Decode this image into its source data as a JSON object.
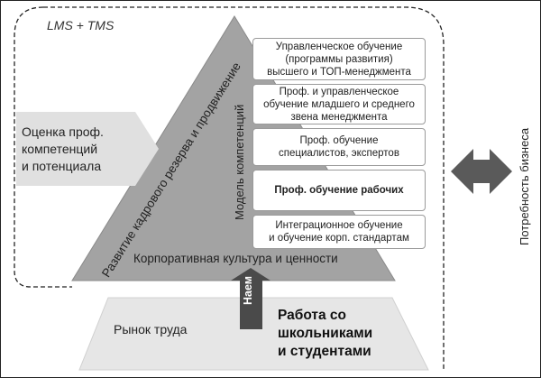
{
  "labels": {
    "lms_tms": "LMS + TMS",
    "reserve": "Развитие кадрового резерва и продвижение",
    "competency_model": "Модель компетенций",
    "business_need": "Потребность бизнеса",
    "assessment": "Оценка проф.\nкомпетенций\nи потенциала",
    "corporate_culture": "Корпоративная культура и ценности",
    "labor_market": "Рынок труда",
    "hiring": "Наем",
    "schools_students": "Работа со\nшкольниками\nи студентами"
  },
  "levels": [
    "Управленческое обучение\n(программы развития)\nвысшего и ТОП-менеджмента",
    "Проф. и управленческое\nобучение младшего и среднего\nзвена менеджмента",
    "Проф. обучение\nспециалистов, экспертов",
    "Проф. обучение рабочих",
    "Интеграционное обучение\nи обучение корп. стандартам"
  ],
  "colors": {
    "pyramid": "#a3a3a3",
    "pyramid_edge": "#8a8a8a",
    "base": "#e6e6e6",
    "assessment_arrow": "#e0e0e0",
    "hire_arrow": "#4a4a4a",
    "double_arrow": "#5a5a5a"
  }
}
